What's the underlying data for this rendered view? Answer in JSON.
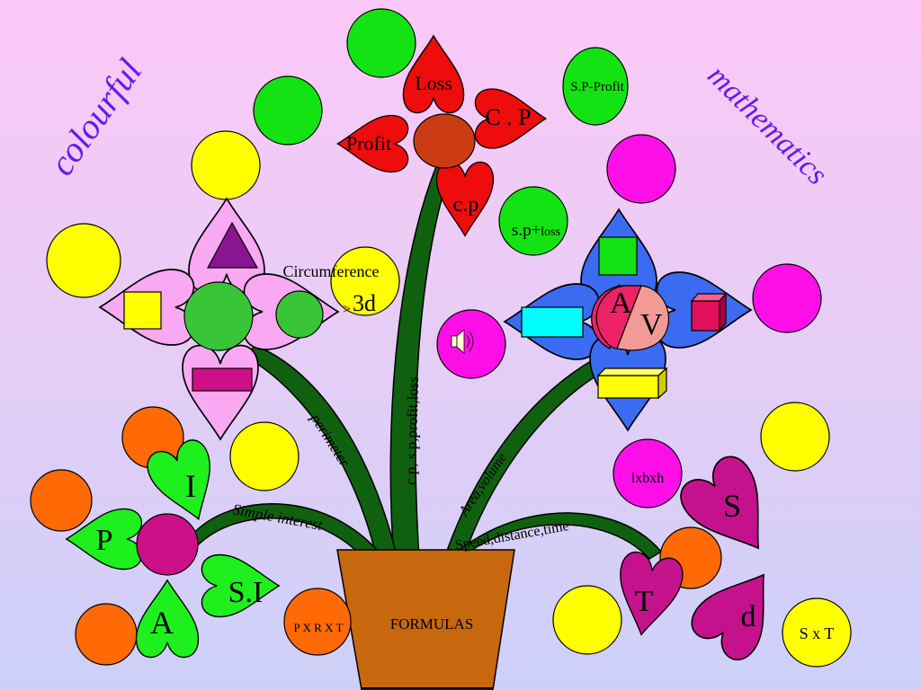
{
  "decor": {
    "left_word": "colourful",
    "right_word": "mathematics",
    "text_color": "#6a18ea"
  },
  "pot": {
    "label": "FORMULAS",
    "color": "#c8680e"
  },
  "stems": [
    {
      "label": "c.p, s.p,profit,loss"
    },
    {
      "label": "perimeter"
    },
    {
      "label": "Simple interest"
    },
    {
      "label": "Area,volume"
    },
    {
      "label": "Speed,distance,time"
    }
  ],
  "profit_loss_flower": {
    "petals": [
      "Loss",
      "C . P",
      "Profit",
      "c.p"
    ],
    "leaves": [
      "S.P-Profit",
      "s.p+loss"
    ],
    "petal_color": "#ee0c0c",
    "leaf_color": "#13e313"
  },
  "perimeter_flower": {
    "texts": [
      "Circumference",
      "3d"
    ],
    "shapes": [
      "triangle",
      "square",
      "rectangle",
      "circle"
    ],
    "petal_color": "#f9a8f2"
  },
  "area_volume_flower": {
    "center_labels": [
      "A",
      "V"
    ],
    "leaf_label": "lxbxh",
    "shapes": [
      "square",
      "rectangle",
      "cube",
      "cuboid"
    ],
    "petal_color": "#3a6bf0",
    "icon": "speaker-icon"
  },
  "simple_interest_flower": {
    "petals": [
      "I",
      "P",
      "S.I",
      "A"
    ],
    "leaf_label": "P X R X T",
    "petal_color": "#1ef01e"
  },
  "speed_flower": {
    "petals": [
      "S",
      "d",
      "T"
    ],
    "leaf_label": "S x T",
    "petal_color": "#c4128c"
  }
}
